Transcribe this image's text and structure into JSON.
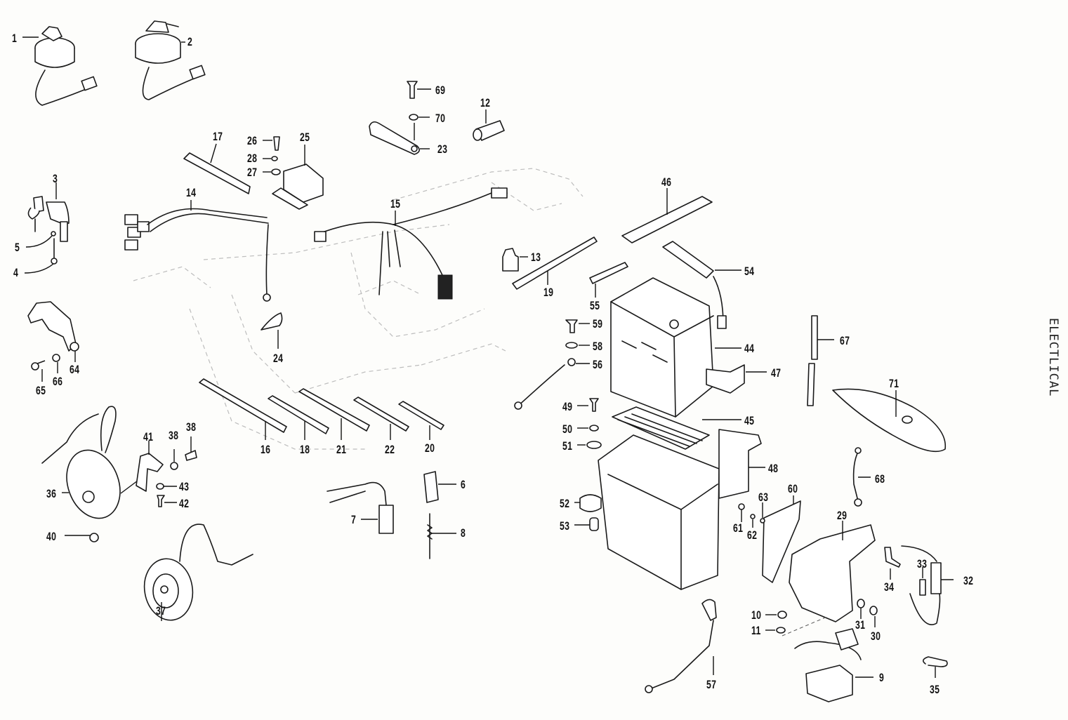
{
  "title": "ELECTLICAL",
  "callouts": [
    {
      "id": "1",
      "text": "1"
    },
    {
      "id": "2",
      "text": "2"
    },
    {
      "id": "3",
      "text": "3"
    },
    {
      "id": "4",
      "text": "4"
    },
    {
      "id": "5",
      "text": "5"
    },
    {
      "id": "6",
      "text": "6"
    },
    {
      "id": "7",
      "text": "7"
    },
    {
      "id": "8",
      "text": "8"
    },
    {
      "id": "9",
      "text": "9"
    },
    {
      "id": "10",
      "text": "10"
    },
    {
      "id": "11",
      "text": "11"
    },
    {
      "id": "12",
      "text": "12"
    },
    {
      "id": "13",
      "text": "13"
    },
    {
      "id": "14",
      "text": "14"
    },
    {
      "id": "15",
      "text": "15"
    },
    {
      "id": "16",
      "text": "16"
    },
    {
      "id": "17",
      "text": "17"
    },
    {
      "id": "18",
      "text": "18"
    },
    {
      "id": "19",
      "text": "19"
    },
    {
      "id": "20",
      "text": "20"
    },
    {
      "id": "21",
      "text": "21"
    },
    {
      "id": "22",
      "text": "22"
    },
    {
      "id": "23",
      "text": "23"
    },
    {
      "id": "24",
      "text": "24"
    },
    {
      "id": "25",
      "text": "25"
    },
    {
      "id": "26",
      "text": "26"
    },
    {
      "id": "27",
      "text": "27"
    },
    {
      "id": "28",
      "text": "28"
    },
    {
      "id": "29",
      "text": "29"
    },
    {
      "id": "30",
      "text": "30"
    },
    {
      "id": "31",
      "text": "31"
    },
    {
      "id": "32",
      "text": "32"
    },
    {
      "id": "33",
      "text": "33"
    },
    {
      "id": "34",
      "text": "34"
    },
    {
      "id": "35",
      "text": "35"
    },
    {
      "id": "36",
      "text": "36"
    },
    {
      "id": "37",
      "text": "37"
    },
    {
      "id": "38a",
      "text": "38"
    },
    {
      "id": "38b",
      "text": "38"
    },
    {
      "id": "40",
      "text": "40"
    },
    {
      "id": "41",
      "text": "41"
    },
    {
      "id": "42",
      "text": "42"
    },
    {
      "id": "43",
      "text": "43"
    },
    {
      "id": "44",
      "text": "44"
    },
    {
      "id": "45",
      "text": "45"
    },
    {
      "id": "46",
      "text": "46"
    },
    {
      "id": "47",
      "text": "47"
    },
    {
      "id": "48",
      "text": "48"
    },
    {
      "id": "49",
      "text": "49"
    },
    {
      "id": "50",
      "text": "50"
    },
    {
      "id": "51",
      "text": "51"
    },
    {
      "id": "52",
      "text": "52"
    },
    {
      "id": "53",
      "text": "53"
    },
    {
      "id": "54",
      "text": "54"
    },
    {
      "id": "55",
      "text": "55"
    },
    {
      "id": "56",
      "text": "56"
    },
    {
      "id": "57",
      "text": "57"
    },
    {
      "id": "58",
      "text": "58"
    },
    {
      "id": "59",
      "text": "59"
    },
    {
      "id": "60",
      "text": "60"
    },
    {
      "id": "61",
      "text": "61"
    },
    {
      "id": "62",
      "text": "62"
    },
    {
      "id": "63",
      "text": "63"
    },
    {
      "id": "64",
      "text": "64"
    },
    {
      "id": "65",
      "text": "65"
    },
    {
      "id": "66",
      "text": "66"
    },
    {
      "id": "67",
      "text": "67"
    },
    {
      "id": "68",
      "text": "68"
    },
    {
      "id": "69",
      "text": "69"
    },
    {
      "id": "70",
      "text": "70"
    },
    {
      "id": "71",
      "text": "71"
    }
  ]
}
